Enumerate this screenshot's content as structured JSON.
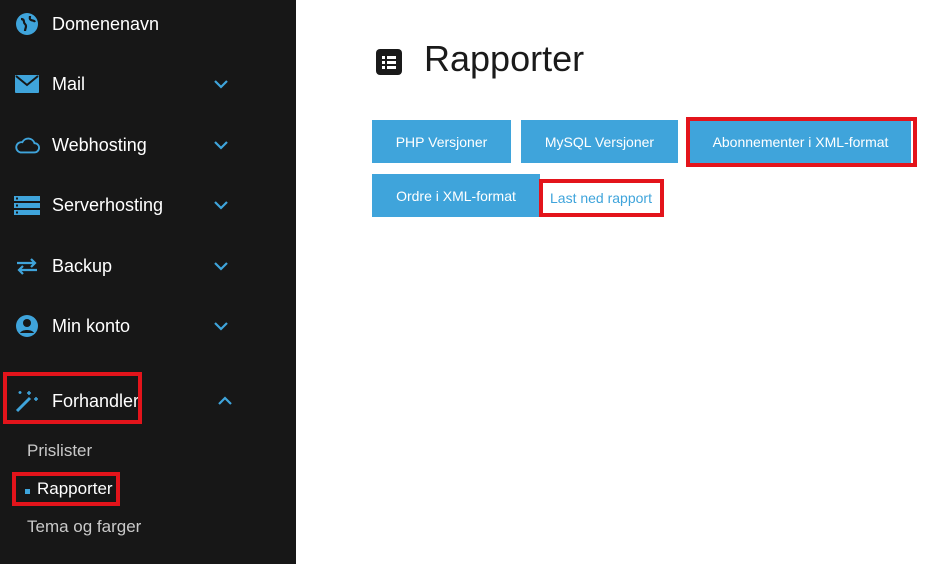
{
  "sidebar": {
    "items": [
      {
        "label": "Domenenavn",
        "icon": "globe-icon"
      },
      {
        "label": "Mail",
        "icon": "mail-icon"
      },
      {
        "label": "Webhosting",
        "icon": "cloud-icon"
      },
      {
        "label": "Serverhosting",
        "icon": "server-icon"
      },
      {
        "label": "Backup",
        "icon": "swap-arrows-icon"
      },
      {
        "label": "Min konto",
        "icon": "user-icon"
      },
      {
        "label": "Forhandler",
        "icon": "magic-wand-icon"
      }
    ],
    "subitems": [
      {
        "label": "Prislister"
      },
      {
        "label": "Rapporter"
      },
      {
        "label": "Tema og farger"
      }
    ]
  },
  "main": {
    "title": "Rapporter",
    "buttons": [
      {
        "label": "PHP Versjoner"
      },
      {
        "label": "MySQL Versjoner"
      },
      {
        "label": "Abonnementer i XML-format"
      },
      {
        "label": "Ordre i XML-format"
      }
    ],
    "link": "Last ned rapport"
  },
  "colors": {
    "sidebar_bg": "#171717",
    "accent": "#3fa4db",
    "highlight": "#e3141b"
  }
}
